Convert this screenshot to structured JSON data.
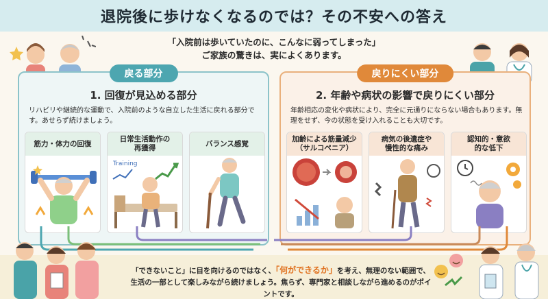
{
  "title": "退院後に歩けなくなるのでは？その不安への答え",
  "quote": {
    "line1": "「入院前は歩いていたのに、こんなに弱ってしまった」",
    "line2": "ご家族の驚きは、実によくあります。"
  },
  "left": {
    "pill": "戻る部分",
    "heading": "1. 回復が見込める部分",
    "desc": "リハビリや継続的な運動で、入院前のような自立した生活に戻れる部分です。あせらず続けましょう。",
    "cards": [
      {
        "title": "筋力・体力の回復"
      },
      {
        "title": "日常生活動作の\n再獲得",
        "badge": "Training"
      },
      {
        "title": "バランス感覚"
      }
    ]
  },
  "right": {
    "pill": "戻りにくい部分",
    "heading": "2. 年齢や病状の影響で戻りにくい部分",
    "desc": "年齢相応の変化や病状により、完全に元通りにならない場合もあります。無理をせず、今の状態を受け入れることも大切です。",
    "cards": [
      {
        "title": "加齢による筋量減少\n（サルコペニア）"
      },
      {
        "title": "病気の後遺症や\n慢性的な痛み"
      },
      {
        "title": "認知的・意欲\n的な低下"
      }
    ]
  },
  "bottom": {
    "pre": "「できないこと」に目を向けるのではなく、",
    "highlight": "「何ができるか」",
    "post": "を考え、無理のない範囲で、",
    "line2": "生活の一部として楽しみながら続けましょう。焦らず、専門家と相談しながら進めるのがポイントです。"
  },
  "colors": {
    "teal": "#4da6b0",
    "orange": "#e0893a",
    "purple": "#8a7fc2",
    "highlight": "#e0711f"
  }
}
